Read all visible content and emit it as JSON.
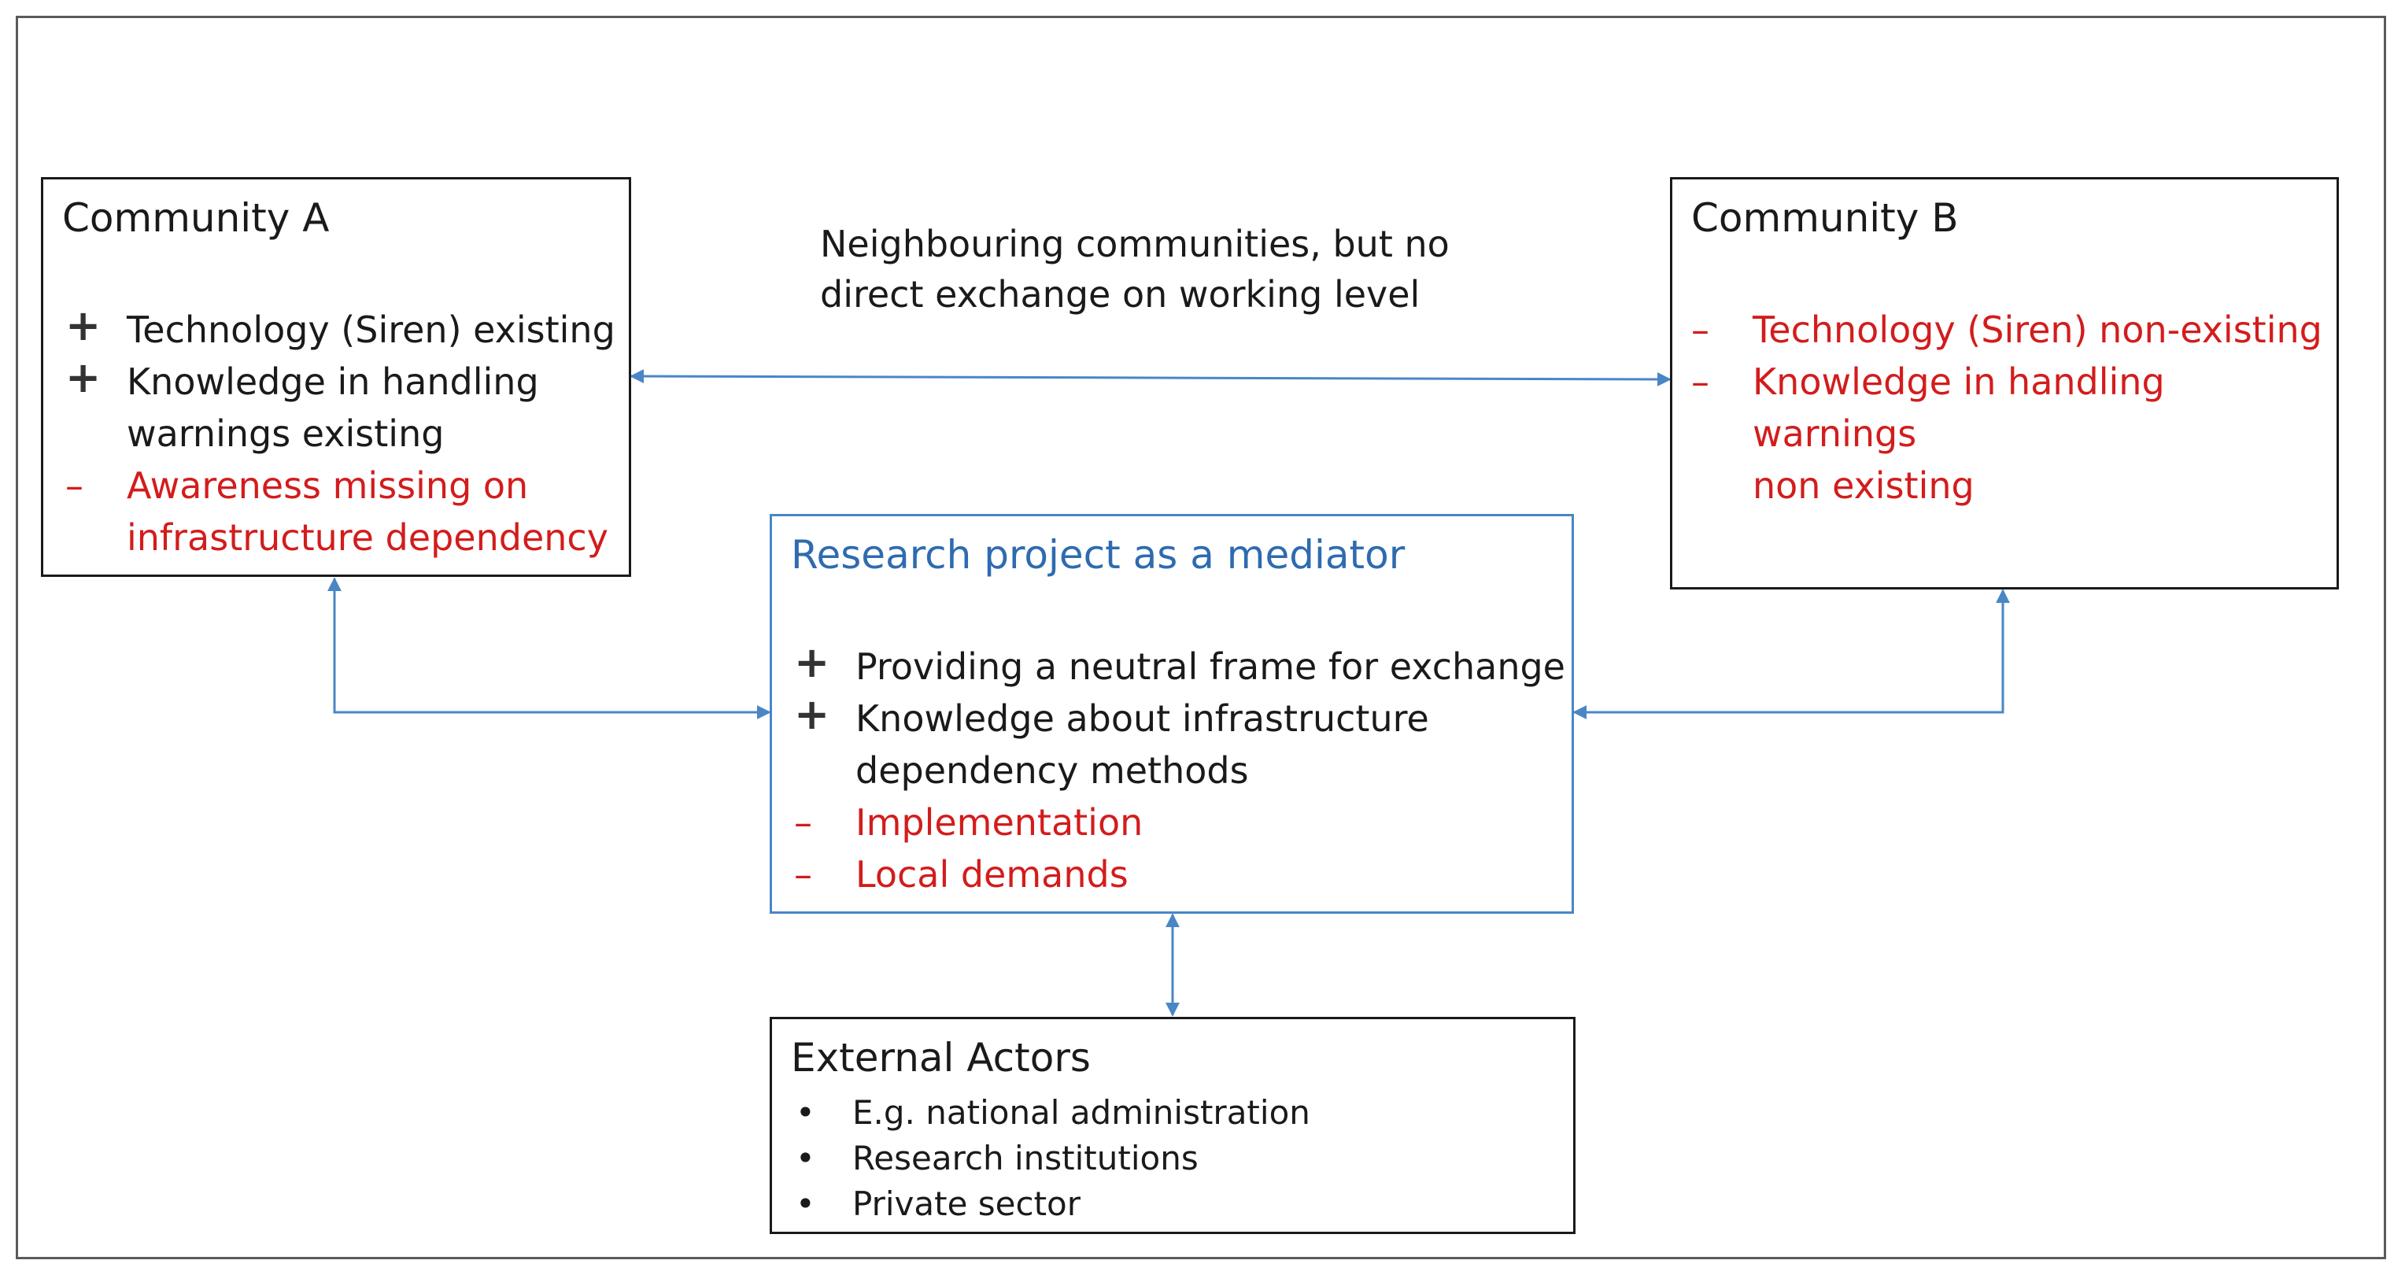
{
  "connector_color": "#4a86c6",
  "note": {
    "line1": "Neighbouring communities, but no",
    "line2": "direct exchange on working level"
  },
  "community_a": {
    "title": "Community A",
    "items": [
      {
        "sign": "+",
        "kind": "pro",
        "lines": [
          "Technology (Siren) existing"
        ]
      },
      {
        "sign": "+",
        "kind": "pro",
        "lines": [
          "Knowledge in handling",
          "warnings existing"
        ]
      },
      {
        "sign": "–",
        "kind": "con",
        "lines": [
          "Awareness missing on",
          "infrastructure dependency"
        ]
      }
    ]
  },
  "community_b": {
    "title": "Community B",
    "items": [
      {
        "sign": "–",
        "kind": "con",
        "lines": [
          "Technology (Siren) non-existing"
        ]
      },
      {
        "sign": "–",
        "kind": "con",
        "lines": [
          "Knowledge in handling warnings",
          "non existing"
        ]
      }
    ]
  },
  "mediator": {
    "title": "Research project as a mediator",
    "title_color": "#2e6bb0",
    "items": [
      {
        "sign": "+",
        "kind": "pro",
        "lines": [
          "Providing a neutral frame for exchange"
        ]
      },
      {
        "sign": "+",
        "kind": "pro",
        "lines": [
          "Knowledge about infrastructure",
          "dependency methods"
        ]
      },
      {
        "sign": "–",
        "kind": "con",
        "lines": [
          "Implementation"
        ]
      },
      {
        "sign": "–",
        "kind": "con",
        "lines": [
          "Local demands"
        ]
      }
    ]
  },
  "external": {
    "title": "External Actors",
    "items": [
      "E.g. national administration",
      "Research institutions",
      "Private sector"
    ]
  }
}
